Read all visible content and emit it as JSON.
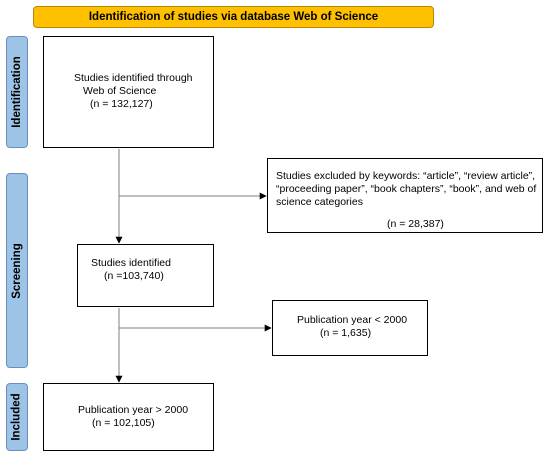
{
  "colors": {
    "header_fill": "#ffc000",
    "phase_fill": "#9dc3e6",
    "line": "#7f7f7f",
    "box_border": "#000000"
  },
  "header": {
    "title": "Identification of studies via database Web of Science"
  },
  "phases": {
    "identification": "Identification",
    "screening": "Screening",
    "included": "Included"
  },
  "boxes": {
    "identified": {
      "lines": [
        "Studies identified through",
        "Web of Science",
        "(n = 132,127)"
      ]
    },
    "excluded_keywords": {
      "lines": [
        "Studies excluded by keywords: “article”, “review article”,",
        "“proceeding paper”, “book chapters”, “book”, and web of",
        "science categories"
      ],
      "count": "(n = 28,387)"
    },
    "screened": {
      "lines": [
        "Studies identified",
        "(n =103,740)"
      ]
    },
    "excluded_year": {
      "lines": [
        "Publication year < 2000",
        "(n = 1,635)"
      ]
    },
    "included": {
      "lines": [
        "Publication year > 2000",
        "(n = 102,105)"
      ]
    }
  }
}
